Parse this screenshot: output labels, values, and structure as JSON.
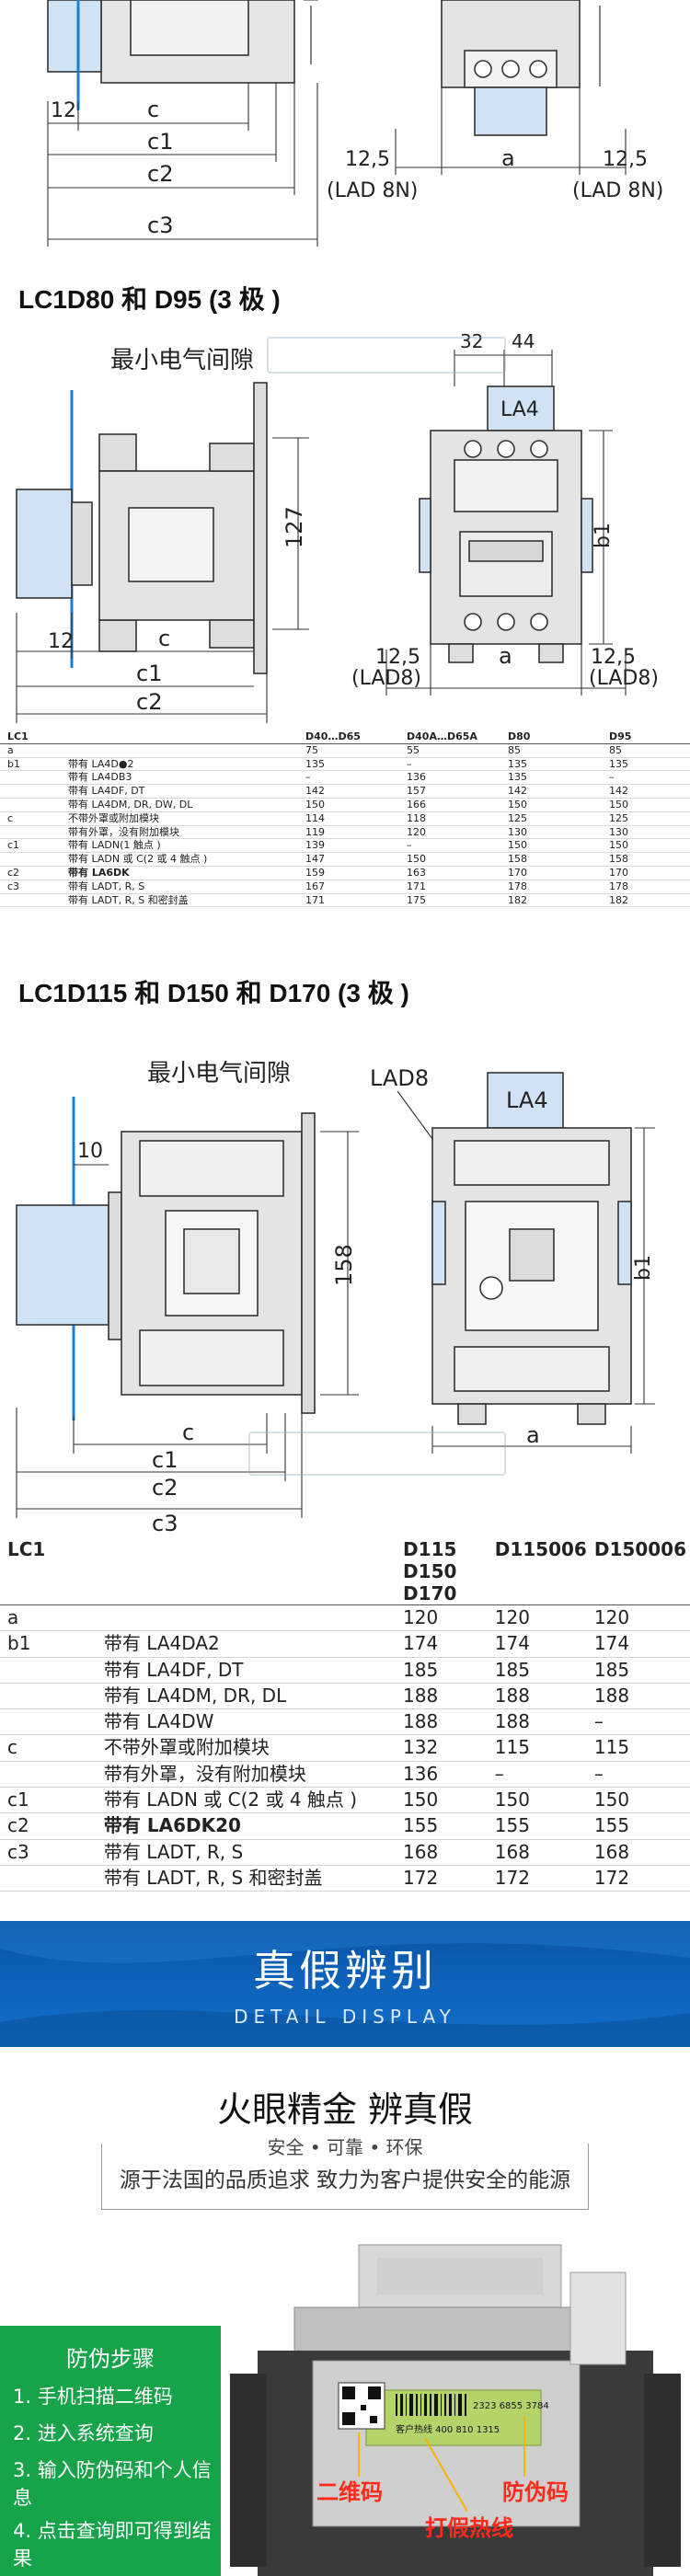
{
  "top_diagram": {
    "dim_12": "12",
    "dim_c": "c",
    "dim_c1": "c1",
    "dim_c2": "c2",
    "dim_c3": "c3",
    "dim_left": "12,5",
    "dim_left_sub": "(LAD 8N)",
    "dim_a": "a",
    "dim_right": "12,5",
    "dim_right_sub": "(LAD 8N)"
  },
  "section1": {
    "title": "LC1D80 和 D95 (3 极 )",
    "clearance": "最小电气间隙",
    "dim_32": "32",
    "dim_44": "44",
    "la4": "LA4",
    "dim_127": "127",
    "dim_b1": "b1",
    "dim_12": "12",
    "dim_c": "c",
    "dim_c1": "c1",
    "dim_c2": "c2",
    "dim_left": "12,5",
    "dim_left_sub": "(LAD8)",
    "dim_a": "a",
    "dim_right": "12,5",
    "dim_right_sub": "(LAD8)"
  },
  "table1": {
    "header": [
      "LC1",
      "",
      "D40…D65",
      "D40A…D65A",
      "D80",
      "D95"
    ],
    "rows": [
      [
        "a",
        "",
        "75",
        "55",
        "85",
        "85"
      ],
      [
        "b1",
        "带有 LA4D●2",
        "135",
        "–",
        "135",
        "135"
      ],
      [
        "",
        "带有 LA4DB3",
        "–",
        "136",
        "135",
        "–"
      ],
      [
        "",
        "带有 LA4DF, DT",
        "142",
        "157",
        "142",
        "142"
      ],
      [
        "",
        "带有 LA4DM, DR, DW, DL",
        "150",
        "166",
        "150",
        "150"
      ],
      [
        "c",
        "不带外罩或附加模块",
        "114",
        "118",
        "125",
        "125"
      ],
      [
        "",
        "带有外罩，没有附加模块",
        "119",
        "120",
        "130",
        "130"
      ],
      [
        "c1",
        "带有 LADN(1 触点 )",
        "139",
        "–",
        "150",
        "150"
      ],
      [
        "",
        "带有 LADN 或 C(2 或 4 触点 )",
        "147",
        "150",
        "158",
        "158"
      ],
      [
        "c2",
        "带有 LA6DK",
        "159",
        "163",
        "170",
        "170"
      ],
      [
        "c3",
        "带有 LADT, R, S",
        "167",
        "171",
        "178",
        "178"
      ],
      [
        "",
        "带有 LADT, R, S 和密封盖",
        "171",
        "175",
        "182",
        "182"
      ]
    ]
  },
  "section2": {
    "title": "LC1D115 和 D150 和 D170 (3 极 )",
    "clearance": "最小电气间隙",
    "lad8": "LAD8",
    "la4": "LA4",
    "dim_10": "10",
    "dim_158": "158",
    "dim_b1": "b1",
    "dim_c": "c",
    "dim_a": "a",
    "dim_c1": "c1",
    "dim_c2": "c2",
    "dim_c3": "c3"
  },
  "table2": {
    "header_col0": "LC1",
    "header_col2": [
      "D115",
      "D150",
      "D170"
    ],
    "header_col3": "D115006",
    "header_col4": "D150006",
    "rows": [
      [
        "a",
        "",
        "120",
        "120",
        "120"
      ],
      [
        "b1",
        "带有 LA4DA2",
        "174",
        "174",
        "174"
      ],
      [
        "",
        "带有 LA4DF, DT",
        "185",
        "185",
        "185"
      ],
      [
        "",
        "带有 LA4DM, DR, DL",
        "188",
        "188",
        "188"
      ],
      [
        "",
        "带有 LA4DW",
        "188",
        "188",
        "–"
      ],
      [
        "c",
        "不带外罩或附加模块",
        "132",
        "115",
        "115"
      ],
      [
        "",
        "带有外罩，没有附加模块",
        "136",
        "–",
        "–"
      ],
      [
        "c1",
        "带有 LADN 或 C(2 或 4 触点 )",
        "150",
        "150",
        "150"
      ],
      [
        "c2",
        "带有 LA6DK20",
        "155",
        "155",
        "155"
      ],
      [
        "c3",
        "带有 LADT, R, S",
        "168",
        "168",
        "168"
      ],
      [
        "",
        "带有 LADT, R, S 和密封盖",
        "172",
        "172",
        "172"
      ]
    ]
  },
  "banner": {
    "title": "真假辨别",
    "subtitle": "DETAIL DISPLAY"
  },
  "intro": {
    "title": "火眼精金 辨真假",
    "tagline": "安全 • 可靠 • 环保",
    "desc": "源于法国的品质追求 致力为客户提供安全的能源"
  },
  "steps": {
    "title": "防伪步骤",
    "items": [
      "1. 手机扫描二维码",
      "2. 进入系统查询",
      "3. 输入防伪码和个人信息",
      "4. 点击查询即可得到结果"
    ]
  },
  "product": {
    "label_qr": "二维码",
    "label_code": "防伪码",
    "label_hotline": "打假热线",
    "sticker_code": "2323 6855 3784",
    "sticker_hotline": "客户热线 400 810 1315"
  },
  "colors": {
    "accent_blue": "#1a7fd6",
    "banner_blue": "#0e64bd",
    "steps_green": "#16a34a",
    "label_red": "#ff2a1a"
  }
}
